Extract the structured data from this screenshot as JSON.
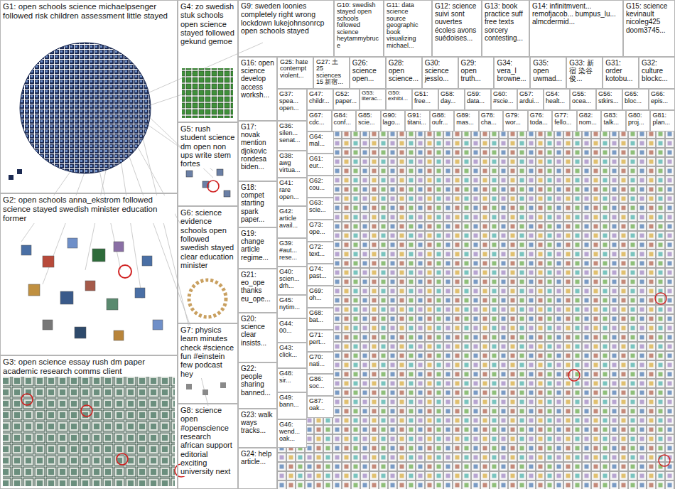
{
  "diagram": {
    "nodes": [
      {
        "text": [
          "G1: open schools science michaelpsenger followed risk children assessment little stayed"
        ]
      },
      {
        "text": [
          "G2: open schools anna_ekstrom followed science stayed swedish minister education former"
        ]
      },
      {
        "text": [
          "G3: open science essay rush dm paper academic research comms client"
        ]
      },
      {
        "text": [
          "G4: zo swedish stuk schools open science stayed followed gekund gemoe"
        ]
      },
      {
        "text": [
          "G5: rush student science dm open non ups write stem fortes"
        ]
      },
      {
        "text": [
          "G6: science evidence schools open followed swedish stayed clear education minister"
        ]
      },
      {
        "text": [
          "G7: physics learn minutes check #science fun #einstein few podcast hey"
        ]
      },
      {
        "text": [
          "G8: science open #openscience research african support editorial exciting university next"
        ]
      },
      {
        "text": [
          "G9: sweden loonies completely right wrong lockdown lukejohnsonrcp open schools stayed"
        ]
      },
      {
        "text": [
          "G10: swedish stayed open schools followed science heytammybruce"
        ]
      },
      {
        "text": [
          "G11: data science source geographic book visualizing michael..."
        ]
      },
      {
        "text": [
          "G12: science suivi sont ouvertes écoles avons suédoises..."
        ]
      },
      {
        "text": [
          "G13: book practice suff free texts sorcery contesting..."
        ]
      },
      {
        "text": [
          "G14: infinitmvent... remofjacob... bumpus_lu... almcdermid..."
        ]
      },
      {
        "text": [
          "G15: science kevinault nicoleg425 doom3745..."
        ]
      },
      {
        "text": [
          "G16: open science develop access worksh..."
        ]
      },
      {
        "text": [
          "G25: hate contempt violent..."
        ]
      },
      {
        "text": [
          "G27: 土 25 sciences 15 新宿..."
        ]
      },
      {
        "text": [
          "G26: science open..."
        ]
      },
      {
        "text": [
          "G28: open science..."
        ]
      },
      {
        "text": [
          "G30: science jesslo..."
        ]
      },
      {
        "text": [
          "G29: open truth..."
        ]
      },
      {
        "text": [
          "G34: vera_l browne..."
        ]
      },
      {
        "text": [
          "G35: open uwmad..."
        ]
      },
      {
        "text": [
          "G33: 新宿 染谷 俊..."
        ]
      },
      {
        "text": [
          "G31: order kotobu..."
        ]
      },
      {
        "text": [
          "G32: culture blockc..."
        ]
      },
      {
        "text": [
          "G17: novak mention djokovic rondesa biden..."
        ]
      },
      {
        "text": [
          "G18: compet starting spark paper..."
        ]
      },
      {
        "text": [
          "G19: change article regime..."
        ]
      },
      {
        "text": [
          "G21: eo_ope thanks eu_ope..."
        ]
      },
      {
        "text": [
          "G20: science clear insists..."
        ]
      },
      {
        "text": [
          "G22: people sharing banned..."
        ]
      },
      {
        "text": [
          "G23: walk ways tracks..."
        ]
      },
      {
        "text": [
          "G24: help article..."
        ]
      },
      {
        "text": [
          "G37: spea... open..."
        ]
      },
      {
        "text": [
          "G47: childr..."
        ]
      },
      {
        "text": [
          "G52: paper..."
        ]
      },
      {
        "text": [
          "G53: literac..."
        ]
      },
      {
        "text": [
          "G50: exhibi..."
        ]
      },
      {
        "text": [
          "G51: free..."
        ]
      },
      {
        "text": [
          "G58: day..."
        ]
      },
      {
        "text": [
          "G59: data..."
        ]
      },
      {
        "text": [
          "G60: #scie..."
        ]
      },
      {
        "text": [
          "G57: ardui..."
        ]
      },
      {
        "text": [
          "G54: healt..."
        ]
      },
      {
        "text": [
          "G55: ocea..."
        ]
      },
      {
        "text": [
          "G56: stkirs..."
        ]
      },
      {
        "text": [
          "G65: bloc..."
        ]
      },
      {
        "text": [
          "G66: epis..."
        ]
      },
      {
        "text": [
          "G67: cdc..."
        ]
      },
      {
        "text": [
          "G84: conf..."
        ]
      },
      {
        "text": [
          "G85: scie..."
        ]
      },
      {
        "text": [
          "G90: lago..."
        ]
      },
      {
        "text": [
          "G91: titani..."
        ]
      },
      {
        "text": [
          "G88: oufr..."
        ]
      },
      {
        "text": [
          "G89: mas..."
        ]
      },
      {
        "text": [
          "G78: cha..."
        ]
      },
      {
        "text": [
          "G79: wor..."
        ]
      },
      {
        "text": [
          "G76: toda..."
        ]
      },
      {
        "text": [
          "G77: fello..."
        ]
      },
      {
        "text": [
          "G82: nom..."
        ]
      },
      {
        "text": [
          "G83: talk..."
        ]
      },
      {
        "text": [
          "G80: proj..."
        ]
      },
      {
        "text": [
          "G81: plan..."
        ]
      },
      {
        "text": [
          "G36: silen... senat..."
        ]
      },
      {
        "text": [
          "G38: awg virtua..."
        ]
      },
      {
        "text": [
          "G41: rare open..."
        ]
      },
      {
        "text": [
          "G42: article avail..."
        ]
      },
      {
        "text": [
          "G39: #aut... rese..."
        ]
      },
      {
        "text": [
          "G40: scien... drh..."
        ]
      },
      {
        "text": [
          "G45: nytim..."
        ]
      },
      {
        "text": [
          "G44: 00..."
        ]
      },
      {
        "text": [
          "G43: click..."
        ]
      },
      {
        "text": [
          "G48: sir..."
        ]
      },
      {
        "text": [
          "G49: bann..."
        ]
      },
      {
        "text": [
          "G46: wend... oak..."
        ]
      },
      {
        "text": [
          "G64: mal..."
        ]
      },
      {
        "text": [
          "G61: eur..."
        ]
      },
      {
        "text": [
          "G62: cou..."
        ]
      },
      {
        "text": [
          "G63: scie..."
        ]
      },
      {
        "text": [
          "G73: ope..."
        ]
      },
      {
        "text": [
          "G72: text..."
        ]
      },
      {
        "text": [
          "G74: past..."
        ]
      },
      {
        "text": [
          "G69: oh..."
        ]
      },
      {
        "text": [
          "G68: bat..."
        ]
      },
      {
        "text": [
          "G71: pert..."
        ]
      },
      {
        "text": [
          "G70: nati..."
        ]
      },
      {
        "text": [
          "G86: soc..."
        ]
      },
      {
        "text": [
          "G87: oak..."
        ]
      }
    ]
  }
}
